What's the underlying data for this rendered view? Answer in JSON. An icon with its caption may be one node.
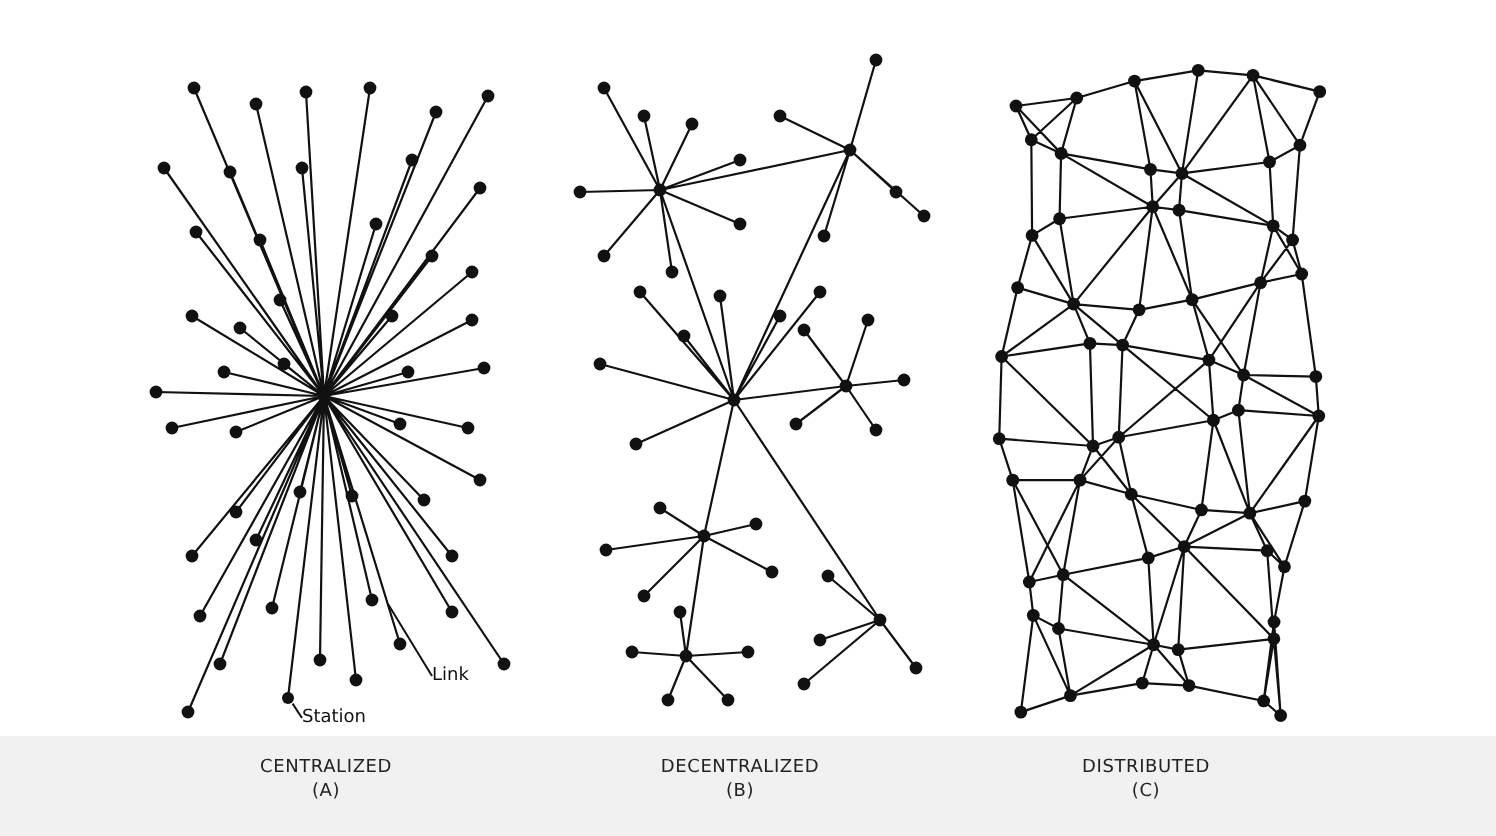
{
  "diagram": {
    "nodes": [
      {
        "text": [
          "Station"
        ]
      },
      {
        "text": [
          "Link"
        ]
      },
      {
        "text": [],
        "shape": "circle"
      }
    ],
    "edges": [
      {
        "from": 0,
        "to": 2,
        "arrow": "none"
      },
      {
        "from": 1,
        "to": null,
        "arrow": "none"
      }
    ],
    "labels": [
      "CENTRALIZED",
      "(A)",
      "DECENTRALIZED",
      "(B)",
      "DISTRIBUTED",
      "(C)"
    ]
  }
}
